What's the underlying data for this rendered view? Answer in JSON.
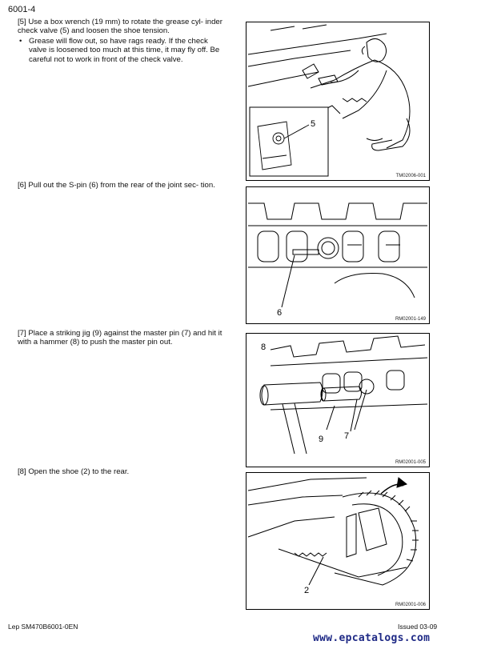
{
  "page": {
    "number": "6001-4"
  },
  "steps": [
    {
      "text": "[5] Use a box wrench (19 mm) to rotate the grease cyl- inder check valve (5) and loosen the shoe tension.",
      "bullets": [
        "Grease will flow out, so have rags ready. If the check valve is loosened too much at this time, it may fly off. Be careful not to work in front of the check valve."
      ],
      "figure": {
        "code": "TM02006-001",
        "callouts": [
          "5"
        ]
      }
    },
    {
      "text": "[6] Pull out the S-pin (6) from the rear of the joint sec- tion.",
      "figure": {
        "code": "RM02001-149",
        "callouts": [
          "6"
        ]
      }
    },
    {
      "text": "[7] Place a striking jig (9) against the master pin (7) and hit it with a hammer (8) to push the master pin out.",
      "figure": {
        "code": "RM02001-005",
        "callouts": [
          "8",
          "9",
          "7"
        ]
      }
    },
    {
      "text": "[8] Open the shoe (2) to the rear.",
      "figure": {
        "code": "RM02001-006",
        "callouts": [
          "2"
        ]
      }
    }
  ],
  "footer": {
    "doc_id": "Lep SM470B6001-0EN",
    "issued": "Issued 03-09"
  },
  "watermark": "www.epcatalogs.com"
}
